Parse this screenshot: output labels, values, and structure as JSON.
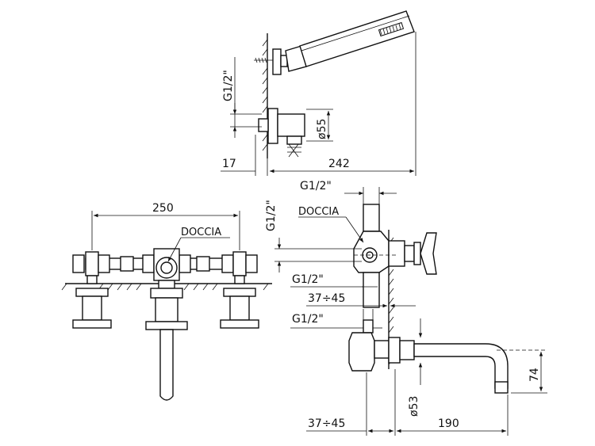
{
  "labels": {
    "top_thread": "G1/2\"",
    "top_diameter": "ø55",
    "top_offset": "17",
    "top_length": "242",
    "front_width": "250",
    "front_doccia": "DOCCIA",
    "side_thread_top": "G1/2\"",
    "side_thread_vertical": "G1/2\"",
    "side_doccia": "DOCCIA",
    "side_thread_mid": "G1/2\"",
    "side_range_mid": "37÷45",
    "side_thread_low": "G1/2\"",
    "side_height": "74",
    "side_diameter": "ø53",
    "side_range_bottom": "37÷45",
    "side_length": "190"
  }
}
